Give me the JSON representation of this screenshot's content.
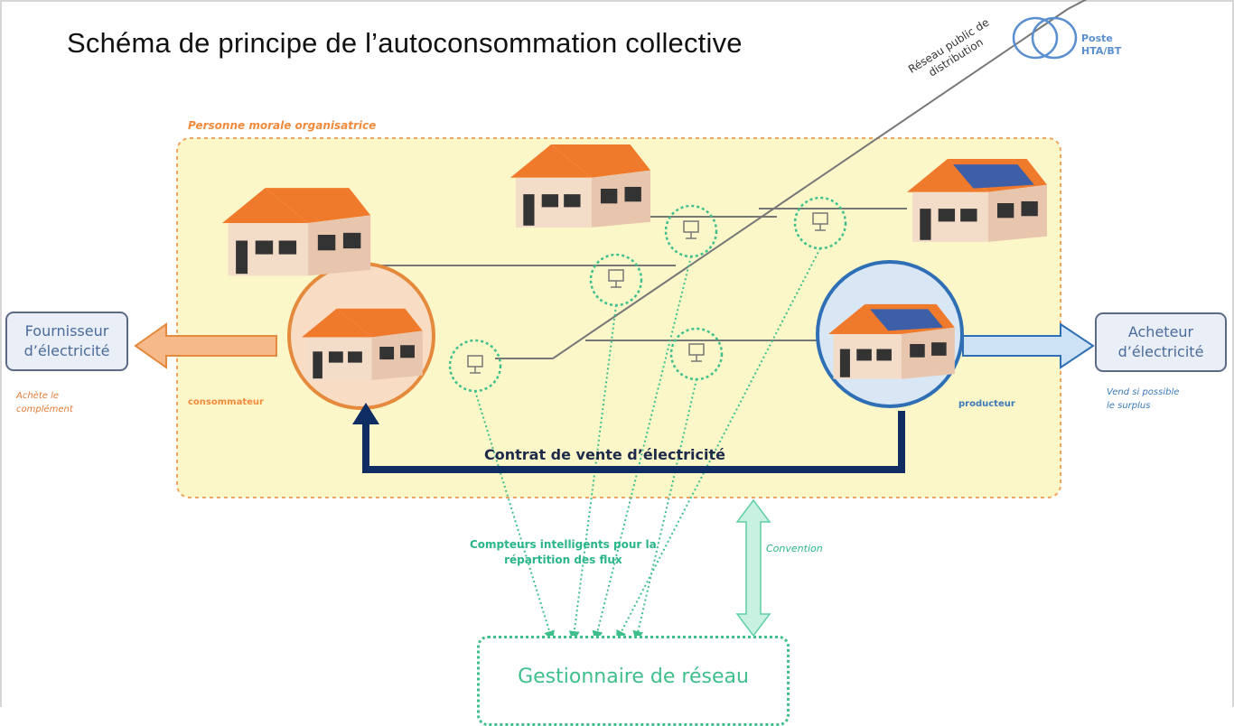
{
  "title": "Schéma de principe de l’autoconsommation collective",
  "poste": "Poste\nHTA/BT",
  "reseau_public": "Réseau public de\ndistribution",
  "personne_morale": "Personne morale organisatrice",
  "fournisseur": "Fournisseur\nd’électricité",
  "achete_complement": "Achète le\ncomplément",
  "acheteur": "Acheteur\nd’électricité",
  "vend_surplus": "Vend si possible\nle surplus",
  "consommateur": "consommateur",
  "producteur": "producteur",
  "contrat": "Contrat de vente d’électricité",
  "compteurs": "Compteurs intelligents pour la\nrépartition des flux",
  "convention": "Convention",
  "gestionnaire": "Gestionnaire de réseau",
  "colors": {
    "org_fill": "#fcf7c9",
    "org_border": "#f2a55e",
    "roof": "#f07a2c",
    "wall": "#f3dcc8",
    "solar": "#3d5fa8",
    "meter_ring": "#3fbf8c",
    "contract_arrow": "#0f2d63",
    "consumer_circle": "#e58a3c",
    "producer_circle": "#2f6fb5",
    "orange_arrow": "#f6b98a",
    "blue_arrow": "#cde3f5"
  }
}
